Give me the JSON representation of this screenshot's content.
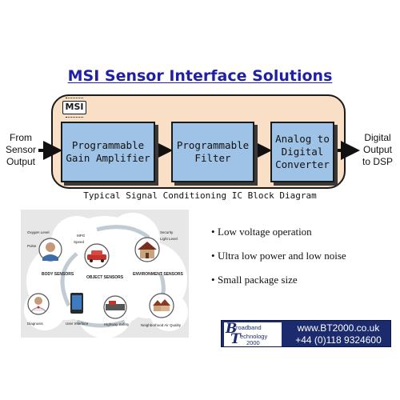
{
  "title": "MSI Sensor Interface Solutions",
  "logo_text": "MSI",
  "blocks": [
    {
      "label": "Programmable\nGain Amplifier"
    },
    {
      "label": "Programmable\nFilter"
    },
    {
      "label": "Analog to\nDigital\nConverter"
    }
  ],
  "input_label": "From\nSensor\nOutput",
  "output_label": "Digital\nOutput\nto DSP",
  "caption": "Typical Signal Conditioning IC Block Diagram",
  "illustration": {
    "labels": {
      "oxygen_level": "Oxygen Level",
      "pulse": "Pulse",
      "mpg": "MPG",
      "speed": "Speed",
      "security": "Security",
      "light_level": "Light Level",
      "body_sensors": "BODY SENSORS",
      "object_sensors": "OBJECT SENSORS",
      "environment_sensors": "ENVIRONMENT SENSORS",
      "diagnosis": "Diagnosis",
      "user_interface": "User Interface",
      "highway_safety": "Highway Safety",
      "neighborhood_air_quality": "Neighborhood Air Quality"
    }
  },
  "bullets": [
    "Low voltage operation",
    "Ultra low power and low noise",
    "Small package size"
  ],
  "banner": {
    "logo_letters": [
      "B",
      "T"
    ],
    "logo_words": [
      "roadband",
      "echnology",
      "2000"
    ],
    "url": "www.BT2000.co.uk",
    "phone": "+44 (0)118 9324600"
  },
  "colors": {
    "title": "#1f1fa8",
    "panel": "#f8dfc6",
    "block": "#9fc3e6",
    "banner": "#1c2a6e"
  }
}
